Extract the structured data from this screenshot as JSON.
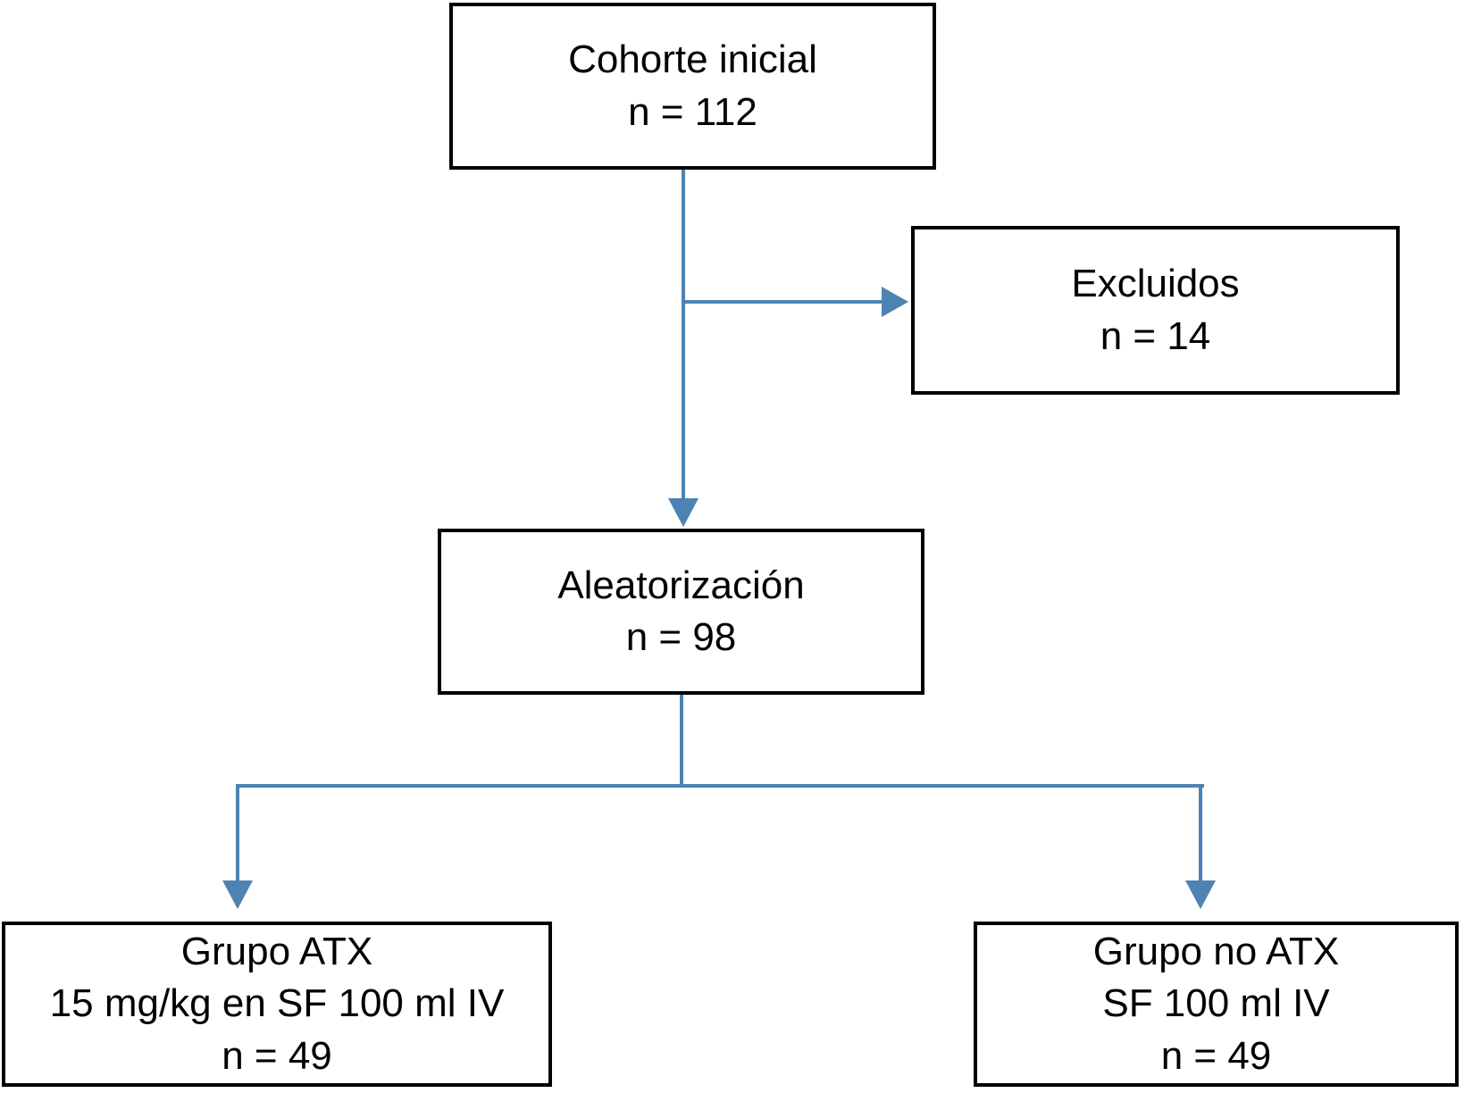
{
  "colors": {
    "arrow": "#4e82b2",
    "box_border": "#000000",
    "box_fill": "#ffffff",
    "text": "#000000"
  },
  "diagram": {
    "type": "flowchart",
    "boxes": {
      "cohorte": {
        "lines": [
          "Cohorte inicial",
          "n = 112"
        ]
      },
      "excluidos": {
        "lines": [
          "Excluidos",
          "n = 14"
        ]
      },
      "aleatorizacion": {
        "lines": [
          "Aleatorización",
          "n = 98"
        ]
      },
      "grupo_atx": {
        "lines": [
          "Grupo ATX",
          "15 mg/kg en SF 100 ml IV",
          "n = 49"
        ]
      },
      "grupo_no_atx": {
        "lines": [
          "Grupo no ATX",
          "SF 100 ml IV",
          "n = 49"
        ]
      }
    },
    "edges": [
      {
        "from": "cohorte",
        "to": "excluidos"
      },
      {
        "from": "cohorte",
        "to": "aleatorizacion"
      },
      {
        "from": "aleatorizacion",
        "to": "grupo_atx"
      },
      {
        "from": "aleatorizacion",
        "to": "grupo_no_atx"
      }
    ]
  }
}
